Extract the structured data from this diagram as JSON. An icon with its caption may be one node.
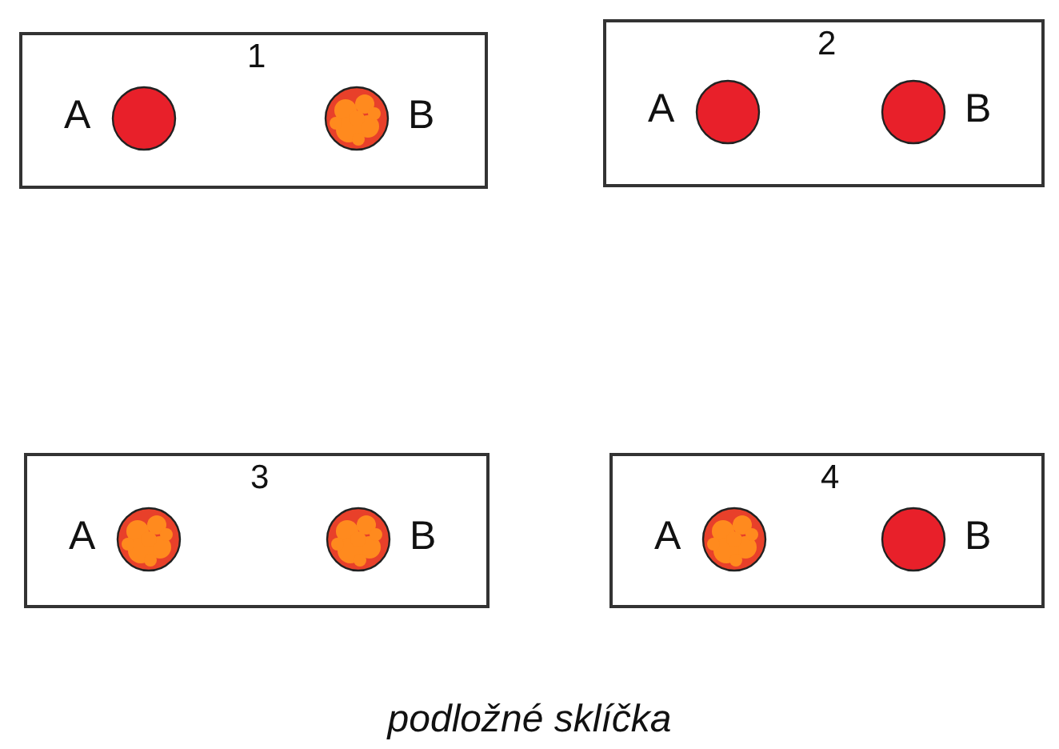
{
  "diagram": {
    "caption": "podložné sklíčka",
    "nodes": [
      {
        "text": [
          "1"
        ]
      },
      {
        "text": [],
        "shape": "circle",
        "in": 0,
        "beside": [
          "A"
        ]
      },
      {
        "text": [],
        "shape": "blob",
        "in": 0,
        "beside": [
          "B"
        ]
      },
      {
        "text": [
          "2"
        ]
      },
      {
        "text": [],
        "shape": "circle",
        "in": 3,
        "beside": [
          "A"
        ]
      },
      {
        "text": [],
        "shape": "circle",
        "in": 3,
        "beside": [
          "B"
        ]
      },
      {
        "text": [
          "3"
        ]
      },
      {
        "text": [],
        "shape": "blob",
        "in": 6,
        "beside": [
          "A"
        ]
      },
      {
        "text": [],
        "shape": "blob",
        "in": 6,
        "beside": [
          "B"
        ]
      },
      {
        "text": [
          "4"
        ]
      },
      {
        "text": [],
        "shape": "blob",
        "in": 9,
        "beside": [
          "A"
        ]
      },
      {
        "text": [],
        "shape": "circle",
        "in": 9,
        "beside": [
          "B"
        ]
      }
    ]
  }
}
